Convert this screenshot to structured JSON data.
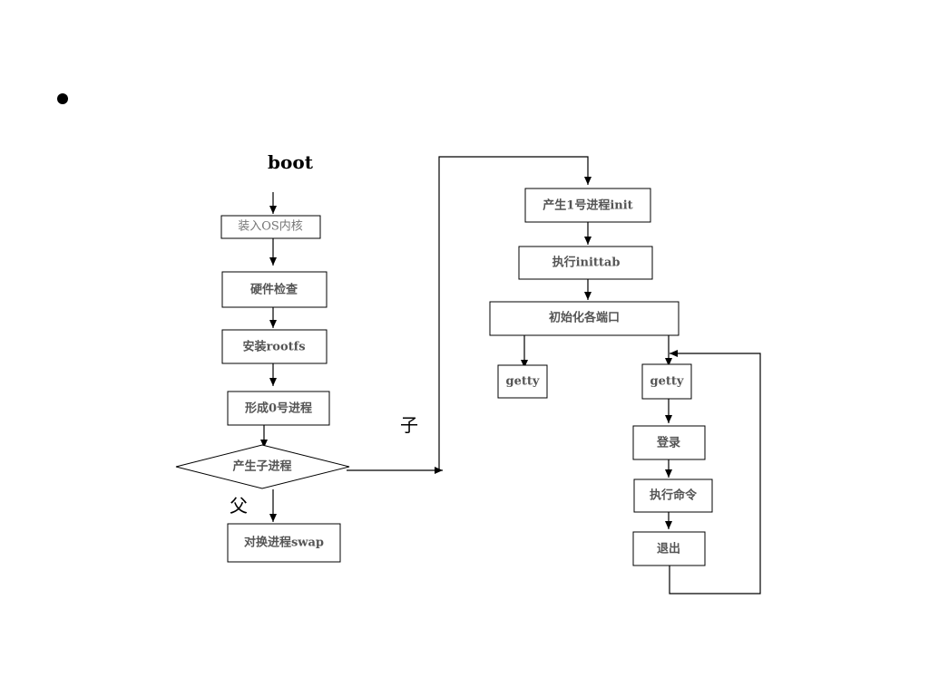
{
  "boot_title": "boot",
  "nodes": {
    "load_kernel": "装入OS内核",
    "hw_check": "硬件检查",
    "mount_rootfs": "安装rootfs",
    "form_proc0": "形成0号进程",
    "fork_child": "产生子进程",
    "swap_proc": "对换进程swap",
    "create_init": "产生1号进程init",
    "exec_inittab": "执行inittab",
    "init_ports": "初始化各端口",
    "getty_left": "getty",
    "getty_right": "getty",
    "login": "登录",
    "exec_cmd": "执行命令",
    "logout": "退出"
  },
  "edge_labels": {
    "child": "子",
    "parent": "父"
  }
}
